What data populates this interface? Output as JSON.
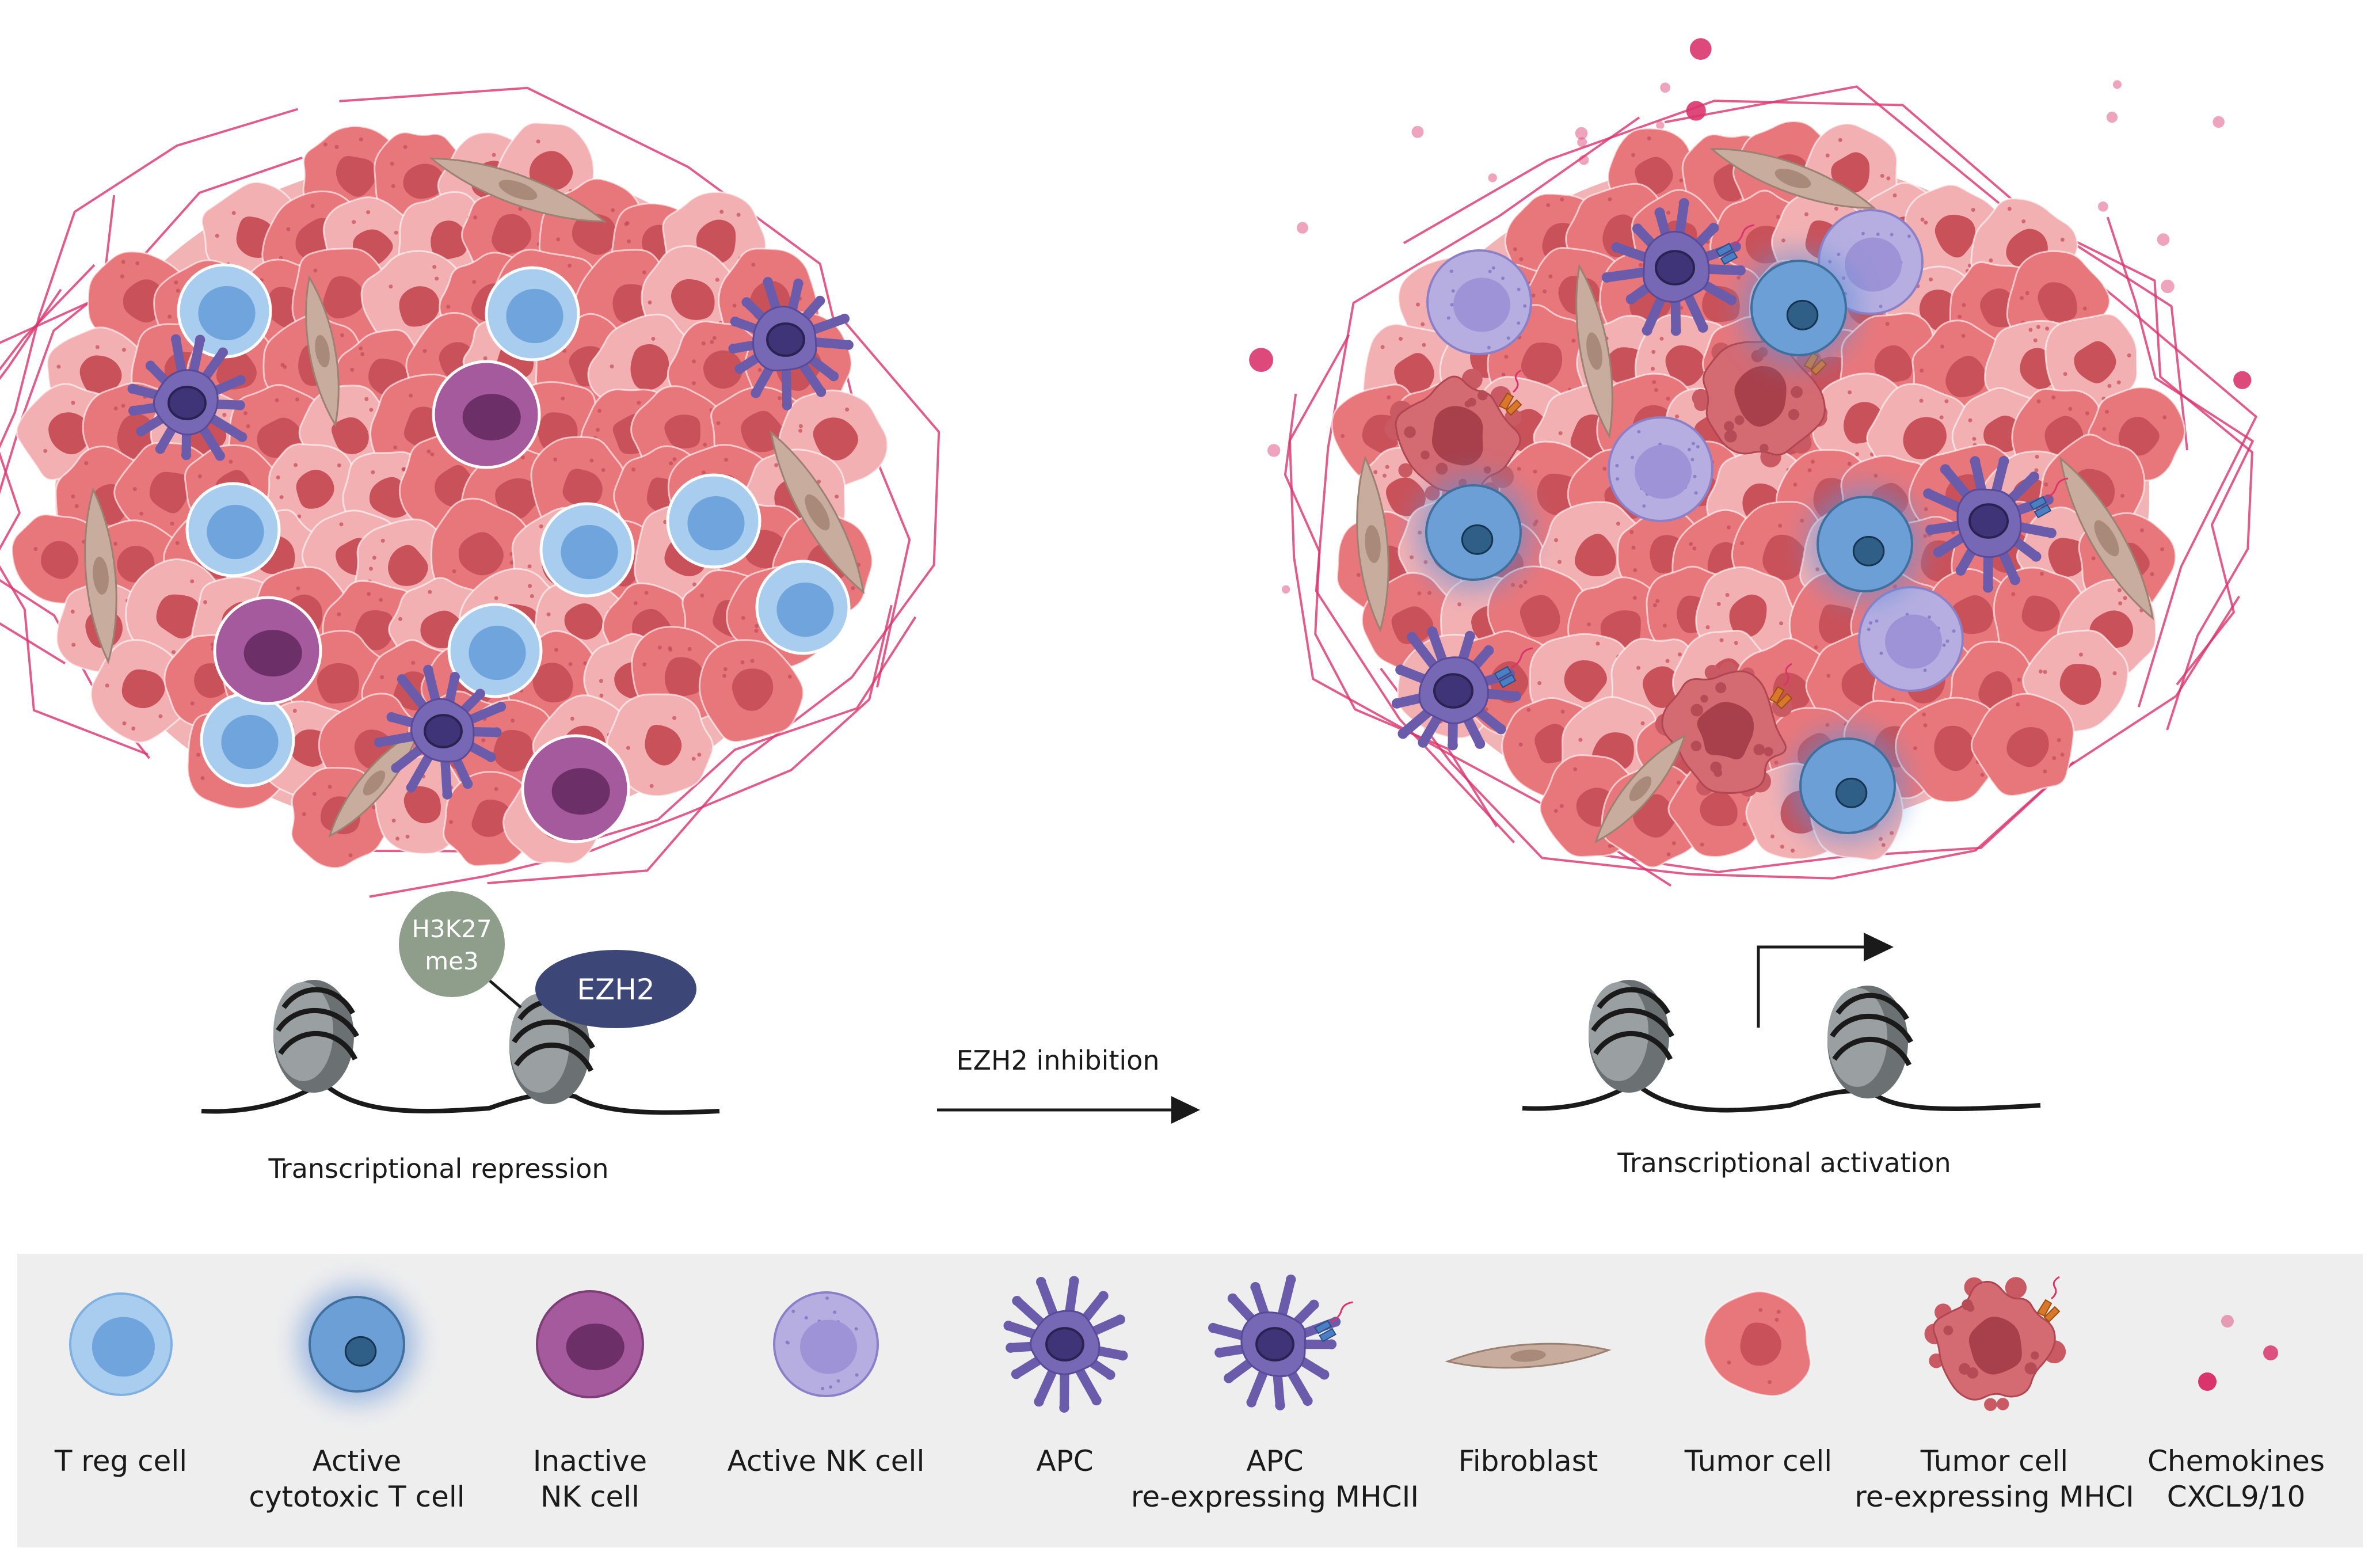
{
  "diagram": {
    "histone_mark": [
      "H3K27",
      "me3"
    ],
    "enzyme": "EZH2",
    "arrow_label": "EZH2 inhibition",
    "left_caption": "Transcriptional repression",
    "right_caption": "Transcriptional activation"
  },
  "legend": [
    {
      "id": "treg",
      "lines": [
        "T reg cell"
      ]
    },
    {
      "id": "active-t",
      "lines": [
        "Active",
        "cytotoxic T cell"
      ]
    },
    {
      "id": "inactive-nk",
      "lines": [
        "Inactive",
        "NK cell"
      ]
    },
    {
      "id": "active-nk",
      "lines": [
        "Active NK cell"
      ]
    },
    {
      "id": "apc",
      "lines": [
        "APC"
      ]
    },
    {
      "id": "apc-mhcii",
      "lines": [
        "APC",
        "re-expressing MHCII"
      ]
    },
    {
      "id": "fibroblast",
      "lines": [
        "Fibroblast"
      ]
    },
    {
      "id": "tumor",
      "lines": [
        "Tumor cell"
      ]
    },
    {
      "id": "tumor-mhci",
      "lines": [
        "Tumor cell",
        "re-expressing MHCI"
      ]
    },
    {
      "id": "chemokines",
      "lines": [
        "Chemokines",
        "CXCL9/10"
      ]
    }
  ],
  "colors": {
    "tumor_fill": "#e8777c",
    "tumor_light": "#f3b0b2",
    "tumor_nucleus": "#c9525a",
    "treg_fill": "#a9cdef",
    "treg_nucleus": "#6fa5dc",
    "active_t_fill": "#6b9fd6",
    "active_t_nucleus": "#2f5f86",
    "inactive_nk_fill": "#a65a9e",
    "inactive_nk_nucleus": "#6d2f68",
    "active_nk_fill": "#b6aee0",
    "apc_fill": "#7668b4",
    "apc_nucleus": "#3f3478",
    "fibroblast_fill": "#c8ad9e",
    "chemokine": "#d9356c",
    "ezh2": "#3d4777",
    "h3k27": "#8e9e8a",
    "legend_bg": "#eeeeee"
  }
}
